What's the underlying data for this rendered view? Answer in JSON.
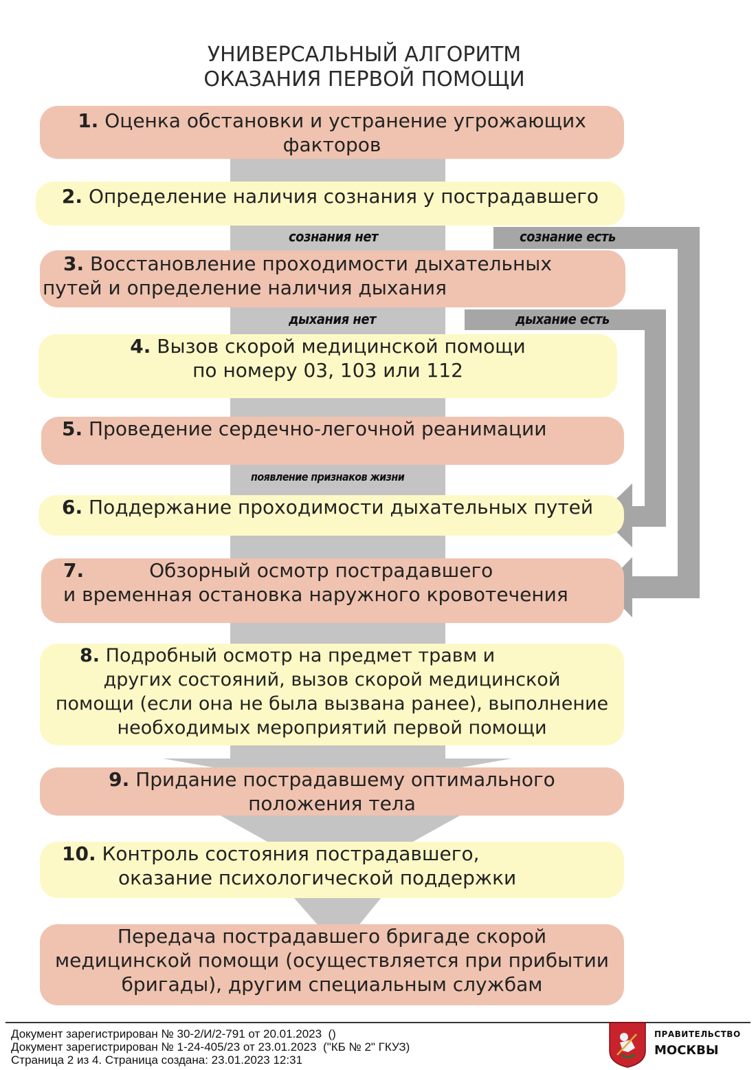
{
  "title": [
    "УНИВЕРСАЛЬНЫЙ АЛГОРИТМ",
    "ОКАЗАНИЯ ПЕРВОЙ ПОМОЩИ"
  ],
  "steps": [
    {
      "num": "1.",
      "lines": [
        "Оценка обстановки и устранение угрожающих",
        "факторов"
      ]
    },
    {
      "num": "2.",
      "lines": [
        "Определение наличия сознания у пострадавшего"
      ]
    },
    {
      "num": "3.",
      "lines": [
        "Восстановление проходимости дыхательных",
        "путей и определение наличия дыхания"
      ]
    },
    {
      "num": "4.",
      "lines": [
        "Вызов скорой медицинской помощи",
        "по номеру 03, 103 или 112"
      ]
    },
    {
      "num": "5.",
      "lines": [
        "Проведение сердечно-легочной реанимации"
      ]
    },
    {
      "num": "6.",
      "lines": [
        "Поддержание проходимости дыхательных путей"
      ]
    },
    {
      "num": "7.",
      "lines": [
        "Обзорный осмотр пострадавшего",
        "и временная остановка наружного кровотечения"
      ]
    },
    {
      "num": "8.",
      "lines": [
        "Подробный осмотр на предмет травм и",
        "других состояний, вызов скорой медицинской",
        "помощи (если она не была вызвана ранее), выполнение",
        "необходимых мероприятий первой помощи"
      ]
    },
    {
      "num": "9.",
      "lines": [
        "Придание пострадавшему оптимального",
        "положения тела"
      ]
    },
    {
      "num": "10.",
      "lines": [
        "Контроль состояния пострадавшего,",
        "оказание психологической поддержки"
      ]
    },
    {
      "num": "",
      "lines": [
        "Передача пострадавшего бригаде скорой",
        "медицинской помощи (осуществляется при прибытии",
        "бригады), другим специальным службам"
      ]
    }
  ],
  "labels": {
    "no_consciousness": "сознания нет",
    "has_consciousness": "сознание есть",
    "no_breathing": "дыхания нет",
    "has_breathing": "дыхание есть",
    "signs_of_life": "появление признаков жизни"
  },
  "footer": {
    "lines": [
      "Документ зарегистрирован № 30-2/И/2-791 от 20.01.2023  ()",
      "Документ зарегистрирован № 1-24-405/23 от 23.01.2023  (\"КБ № 2\" ГКУЗ)",
      "Страница 2 из 4. Страница создана: 23.01.2023 12:31"
    ],
    "gov_line1": "ПРАВИТЕЛЬСТВО",
    "gov_line2": "МОСКВЫ"
  },
  "colors": {
    "pink_box": "#efc3b0",
    "yellow_box": "#fdf9c6",
    "main_arrow": "#c4c4c4",
    "side_arrow": "#a6a6a6"
  }
}
